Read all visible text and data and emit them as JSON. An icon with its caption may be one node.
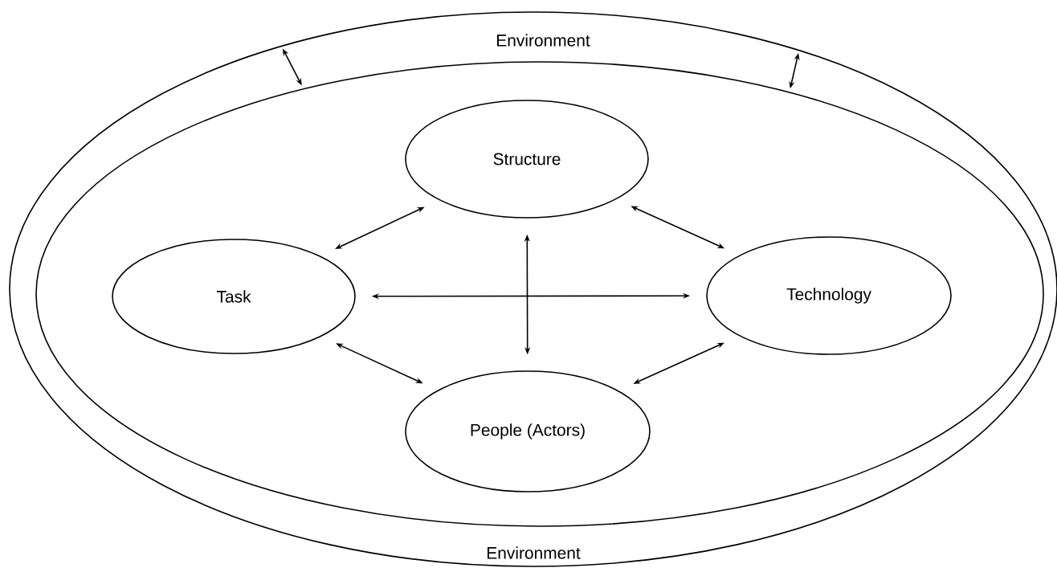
{
  "diagram": {
    "nodes": [
      {
        "text": [
          "Environment",
          "Environment"
        ]
      },
      {
        "text": [],
        "shape": "ellipse",
        "in": 0
      },
      {
        "text": [
          "Structure"
        ],
        "in": 1
      },
      {
        "text": [
          "Task"
        ],
        "in": 1
      },
      {
        "text": [
          "Technology"
        ],
        "in": 1
      },
      {
        "text": [
          "People (Actors)"
        ],
        "in": 1
      }
    ],
    "edges": [
      {
        "from": 0,
        "to": 1,
        "arrow": "both"
      },
      {
        "from": 0,
        "to": 1,
        "arrow": "both"
      },
      {
        "from": 3,
        "to": 2,
        "arrow": "both"
      },
      {
        "from": 2,
        "to": 4,
        "arrow": "both"
      },
      {
        "from": 3,
        "to": 4,
        "arrow": "both"
      },
      {
        "from": 2,
        "to": 5,
        "arrow": "both"
      },
      {
        "from": 3,
        "to": 5,
        "arrow": "both"
      },
      {
        "from": 4,
        "to": 5,
        "arrow": "both"
      }
    ]
  }
}
